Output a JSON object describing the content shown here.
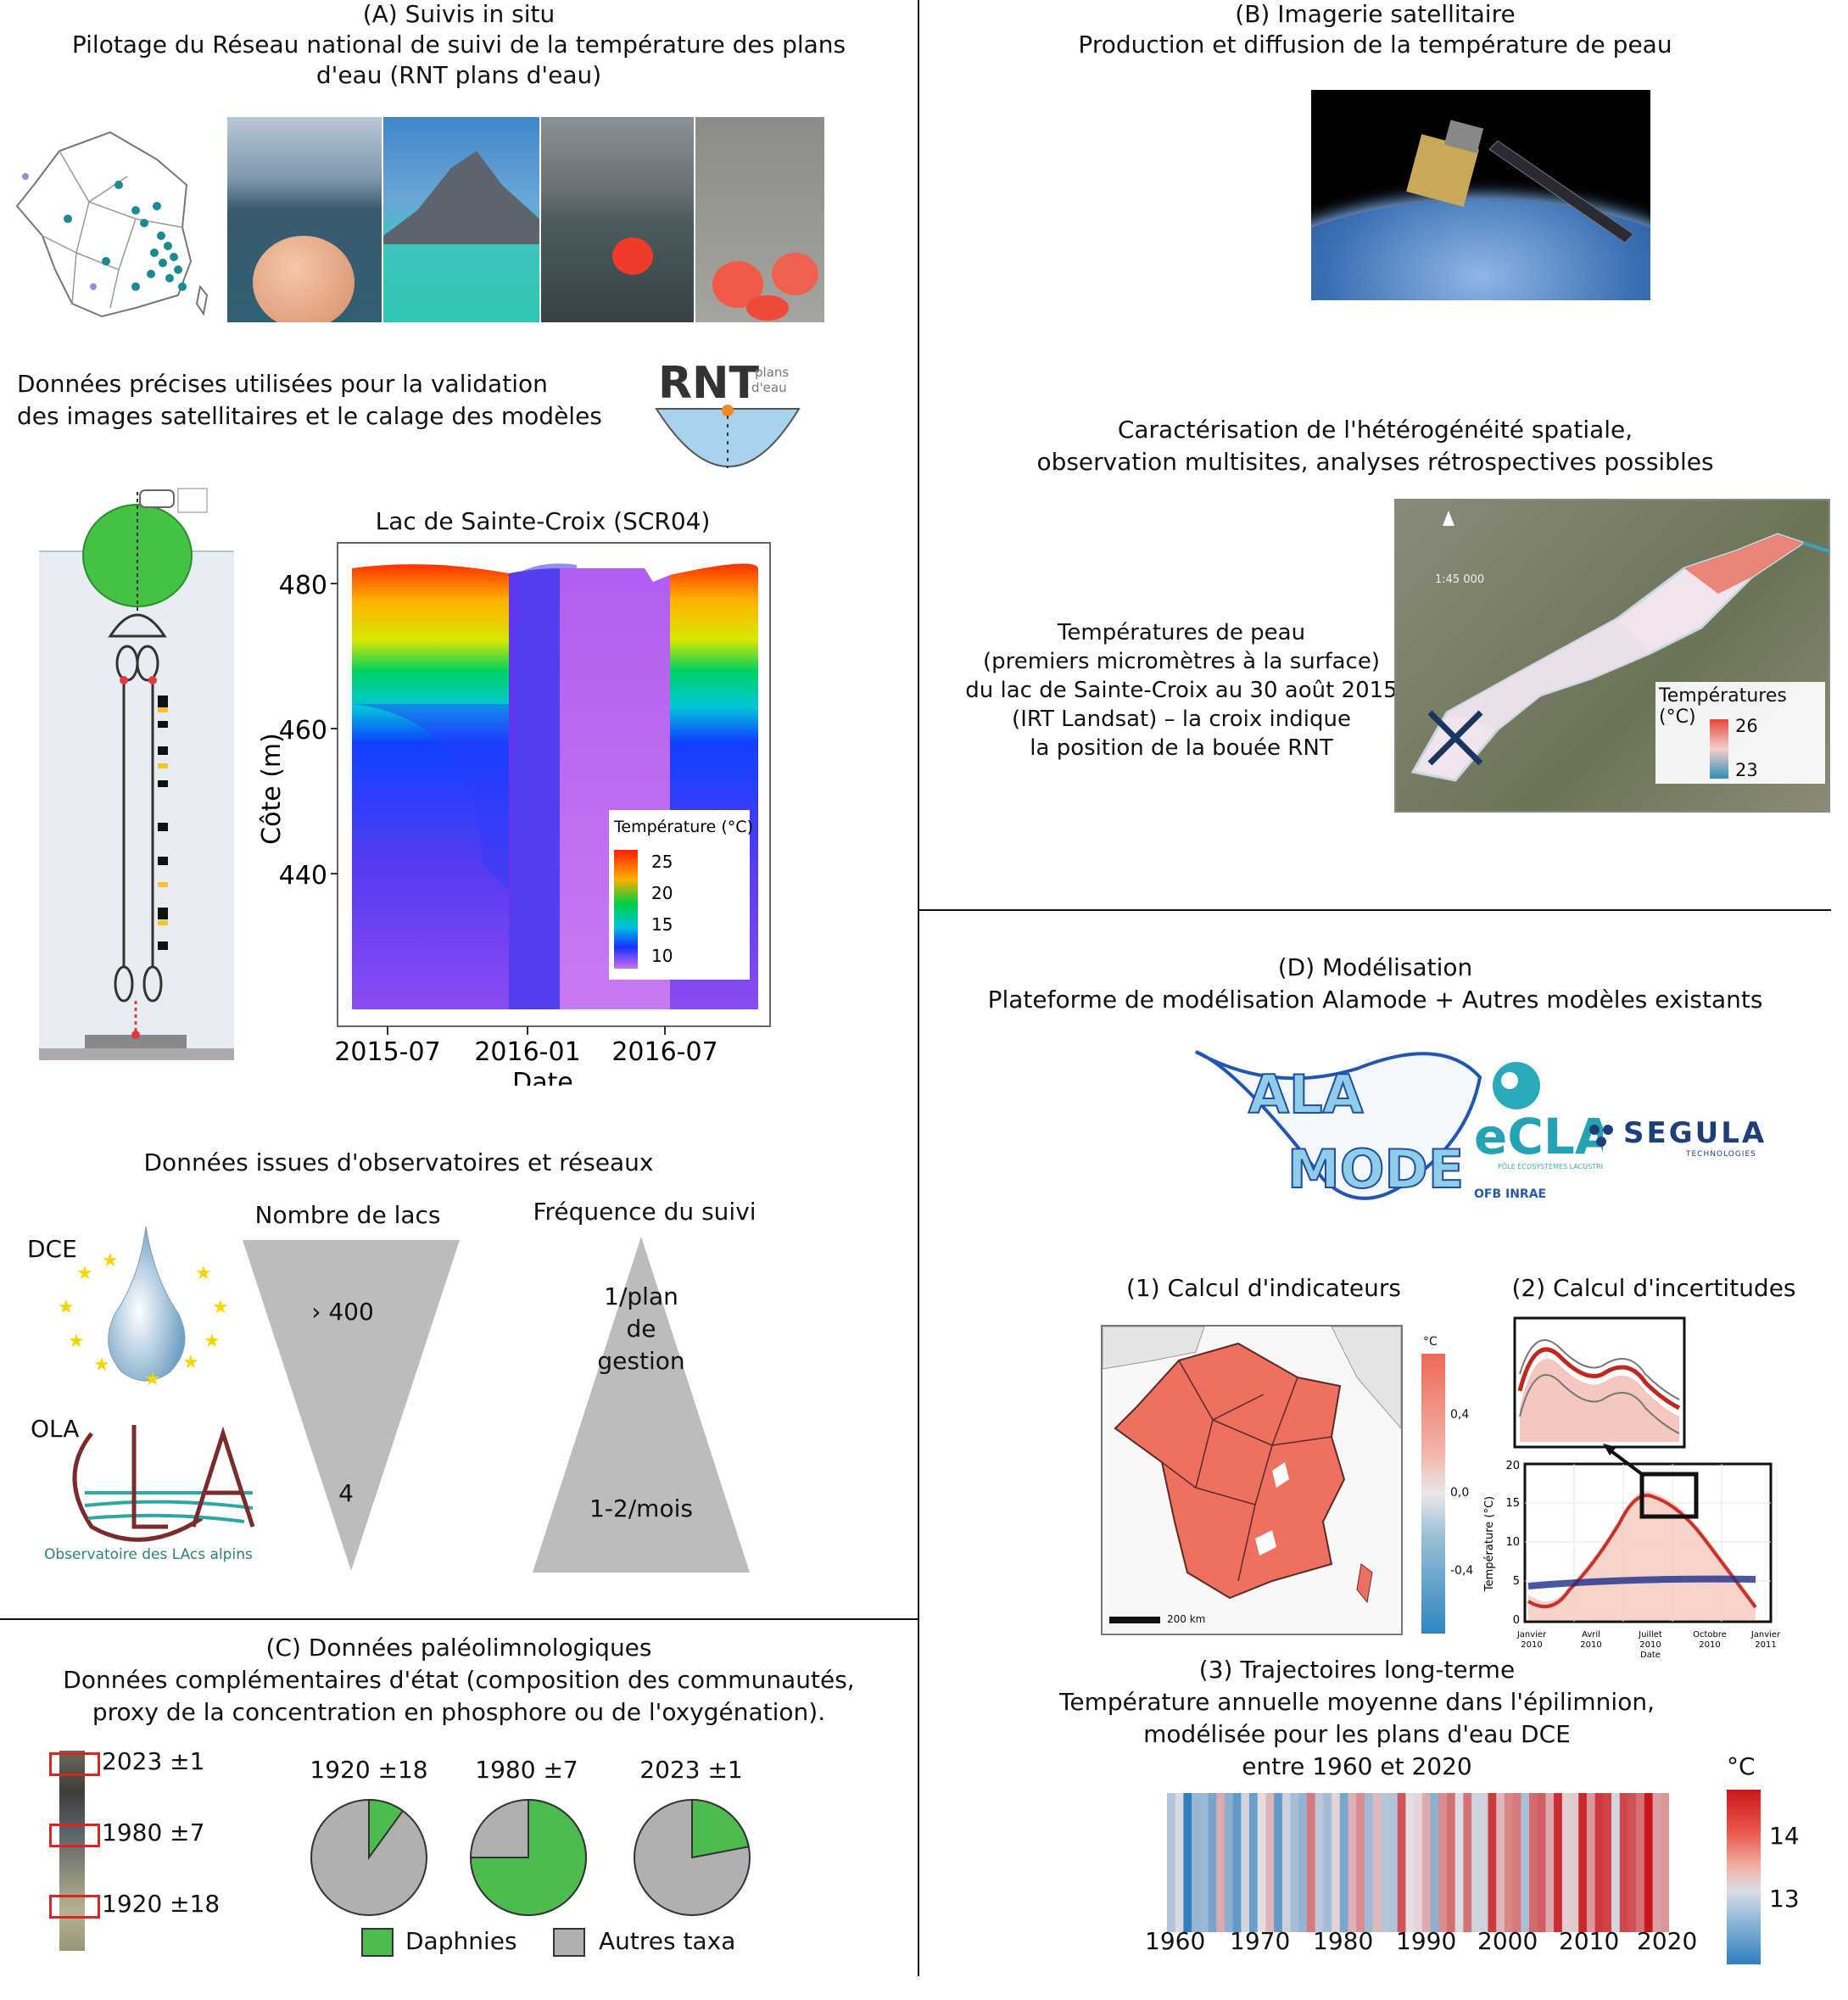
{
  "colors": {
    "daphnies": "#4dbb4d",
    "autres": "#b0b0b0",
    "heat_low": "#2b83ba",
    "heat_high": "#d7191c"
  },
  "panelA": {
    "title": "(A) Suivis in situ",
    "subtitle_1": "Pilotage du Réseau national de suivi de la température des plans",
    "subtitle_2": "d'eau (RNT plans d'eau)",
    "desc_1": "Données précises utilisées pour la validation",
    "desc_2": "des images satellitaires et le calage des modèles",
    "logo_main": "RNT",
    "logo_small_1": "plans",
    "logo_small_2": "d'eau",
    "chart_title": "Lac de Sainte-Croix (SCR04)",
    "y_label": "Côte (m)",
    "x_label": "Date",
    "y_ticks": [
      "480",
      "460",
      "440"
    ],
    "x_ticks": [
      "2015-07",
      "2016-01",
      "2016-07"
    ],
    "legend_title": "Température (°C)",
    "legend_ticks": [
      "25",
      "20",
      "15",
      "10"
    ],
    "networks_title": "Données issues d'observatoires et réseaux",
    "col_lakes": "Nombre de lacs",
    "col_freq": "Fréquence du suivi",
    "dce_label": "DCE",
    "ola_label": "OLA",
    "lakes_top": "› 400",
    "lakes_bottom": "4",
    "freq_top_1": "1/plan",
    "freq_top_2": "de",
    "freq_top_3": "gestion",
    "freq_bottom": "1-2/mois",
    "ola_caption": "Observatoire des LAcs alpins"
  },
  "panelB": {
    "title": "(B) Imagerie satellitaire",
    "subtitle": "Production et diffusion de la température de peau",
    "desc_1": "Caractérisation de l'hétérogénéité spatiale,",
    "desc_2": "observation multisites, analyses rétrospectives possibles",
    "map_caption_1": "Températures de peau",
    "map_caption_2": "(premiers micromètres à la surface)",
    "map_caption_3": "du lac de Sainte-Croix au 30 août 2015",
    "map_caption_4": "(IRT Landsat) – la croix indique",
    "map_caption_5": "la position de la bouée RNT",
    "legend_title": "Températures (°C)",
    "legend_max": "26",
    "legend_min": "23",
    "scale_text": "1:45 000"
  },
  "panelC": {
    "title": "(C) Données paléolimnologiques",
    "subtitle_1": "Données complémentaires d'état (composition des communautés,",
    "subtitle_2": "proxy de la concentration en phosphore ou de l'oxygénation).",
    "core_labels": [
      "2023 ±1",
      "1980 ±7",
      "1920 ±18"
    ],
    "legend_daphnies": "Daphnies",
    "legend_autres": "Autres taxa"
  },
  "panelD": {
    "title": "(D) Modélisation",
    "subtitle": "Plateforme de modélisation Alamode + Autres modèles existants",
    "logo_ala": "ALA",
    "logo_mode": "MODE",
    "logo_ecla": "eCLA",
    "logo_segula": "SEGULA",
    "logo_segula_sub": "TECHNOLOGIES",
    "logo_ecla_sub": "PÔLE ÉCOSYSTÈMES LACUSTRES",
    "logo_partners": "OFB INRAE",
    "sub1": "(1) Calcul d'indicateurs",
    "sub2": "(2) Calcul d'incertitudes",
    "map_unit": "°C",
    "map_ticks": [
      "0,4",
      "0,0",
      "-0,4"
    ],
    "scalebar": "200 km",
    "unc_ylabel": "Température (°C)",
    "unc_yticks": [
      "20",
      "15",
      "10",
      "5",
      "0"
    ],
    "unc_xticks_1": [
      "Janvier",
      "Avril",
      "Juillet",
      "Octobre",
      "Janvier"
    ],
    "unc_xticks_2": [
      "2010",
      "2010",
      "2010",
      "2010",
      "2011"
    ],
    "unc_xlabel": "Date",
    "sub3_1": "(3) Trajectoires long-terme",
    "sub3_2": "Température annuelle moyenne dans l'épilimnion,",
    "sub3_3": "modélisée pour les plans d'eau DCE",
    "sub3_4": "entre 1960 et 2020",
    "stripes_unit": "°C",
    "stripes_ticks": [
      "14",
      "13"
    ],
    "stripes_xticks": [
      "1960",
      "1970",
      "1980",
      "1990",
      "2000",
      "2010",
      "2020"
    ]
  },
  "chart_data": [
    {
      "type": "pie",
      "title": "1920 ±18",
      "categories": [
        "Daphnies",
        "Autres taxa"
      ],
      "values": [
        10,
        90
      ]
    },
    {
      "type": "pie",
      "title": "1980 ±7",
      "categories": [
        "Daphnies",
        "Autres taxa"
      ],
      "values": [
        75,
        25
      ]
    },
    {
      "type": "pie",
      "title": "2023 ±1",
      "categories": [
        "Daphnies",
        "Autres taxa"
      ],
      "values": [
        22,
        78
      ]
    }
  ]
}
